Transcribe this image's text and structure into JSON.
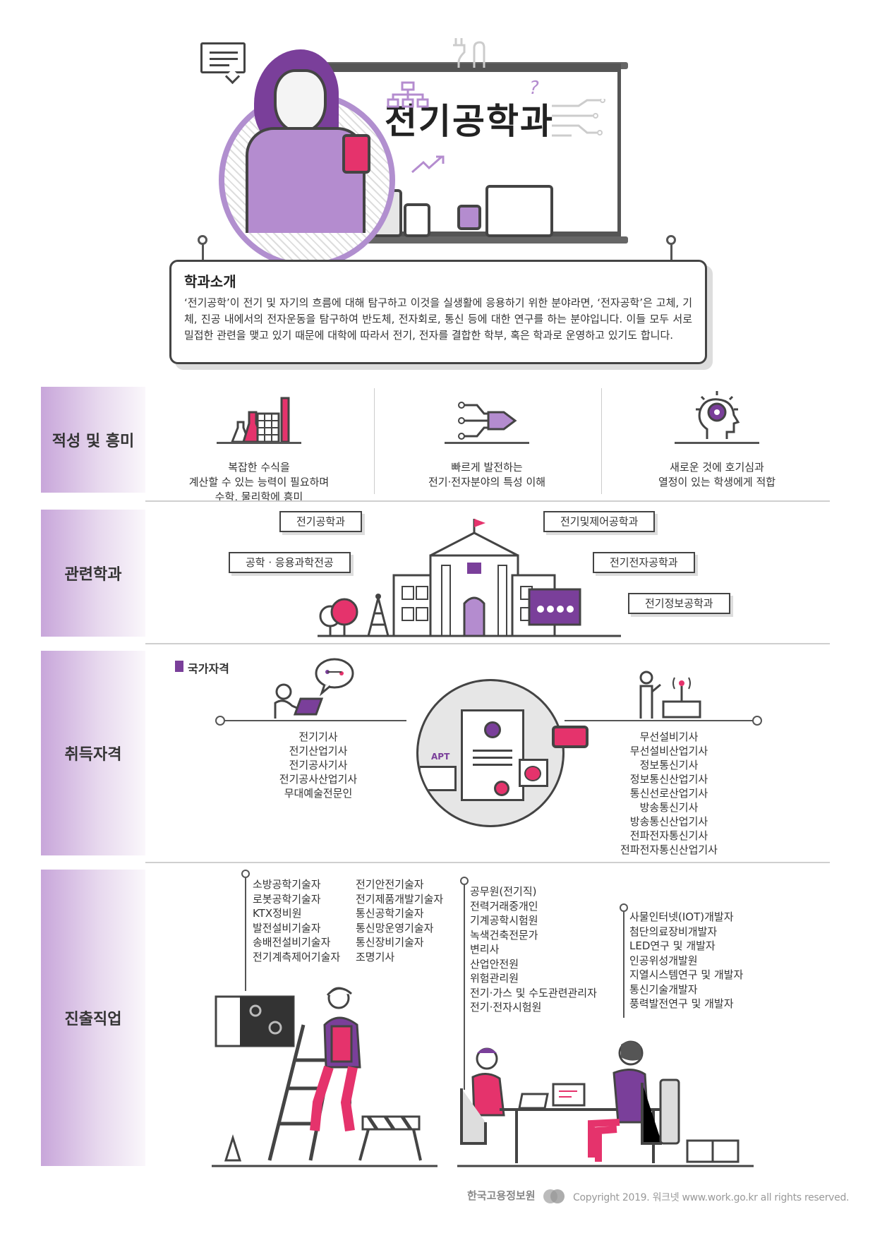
{
  "title": "전기공학과",
  "intro": {
    "heading": "학과소개",
    "body": "‘전기공학’이 전기 및 자기의 흐름에 대해 탐구하고 이것을 실생활에 응용하기 위한 분야라면, ‘전자공학’은 고체, 기체, 진공 내에서의 전자운동을 탐구하여 반도체, 전자회로, 통신 등에 대한 연구를 하는 분야입니다. 이들 모두 서로 밀접한 관련을 맺고 있기 때문에 대학에 따라서 전기, 전자를 결합한 학부, 혹은 학과로 운영하고 있기도 합니다."
  },
  "sections": {
    "aptitude": "적성 및 흥미",
    "related": "관련학과",
    "qualification": "취득자격",
    "careers": "진출직업"
  },
  "aptitude": {
    "items": [
      {
        "icon": "lab-flask-chart-icon",
        "lines": [
          "복잡한 수식을",
          "계산할 수 있는 능력이 필요하며",
          "수학, 물리학에 흥미"
        ]
      },
      {
        "icon": "circuit-arrow-icon",
        "lines": [
          "빠르게 발전하는",
          "전기·전자분야의 특성 이해"
        ]
      },
      {
        "icon": "head-lightbulb-icon",
        "lines": [
          "새로운 것에 호기심과",
          "열정이 있는 학생에게 적합"
        ]
      }
    ]
  },
  "related": {
    "departments": [
      "전기공학과",
      "전기및제어공학과",
      "공학 · 응용과학전공",
      "전기전자공학과",
      "전기정보공학과"
    ]
  },
  "qualification": {
    "label": "국가자격",
    "left": [
      "전기기사",
      "전기산업기사",
      "전기공사기사",
      "전기공사산업기사",
      "무대예술전문인"
    ],
    "right": [
      "무선설비기사",
      "무선설비산업기사",
      "정보통신기사",
      "정보통신산업기사",
      "통신선로산업기사",
      "방송통신기사",
      "방송통신산업기사",
      "전파전자통신기사",
      "전파전자통신산업기사"
    ],
    "apt_label": "APT"
  },
  "careers": {
    "col1": [
      "소방공학기술자",
      "로봇공학기술자",
      "KTX정비원",
      "발전설비기술자",
      "송배전설비기술자",
      "전기계측제어기술자"
    ],
    "col2": [
      "전기안전기술자",
      "전기제품개발기술자",
      "통신공학기술자",
      "통신망운영기술자",
      "통신장비기술자",
      "조명기사"
    ],
    "col3": [
      "공무원(전기직)",
      "전력거래중개인",
      "기계공학시험원",
      "녹색건축전문가",
      "변리사",
      "산업안전원",
      "위험관리원",
      "전기·가스 및 수도관련관리자",
      "전기·전자시험원"
    ],
    "col4": [
      "사물인터넷(IOT)개발자",
      "첨단의료장비개발자",
      "LED연구 및 개발자",
      "인공위성개발원",
      "지열시스템연구 및 개발자",
      "통신기술개발자",
      "풍력발전연구 및 개발자"
    ]
  },
  "footer": {
    "org": "한국고용정보원",
    "copyright": "Copyright 2019. 워크넷 www.work.go.kr all rights reserved."
  },
  "colors": {
    "accent": "#7a3f9a",
    "pink": "#e5336c",
    "lavender": "#c8a6da"
  }
}
